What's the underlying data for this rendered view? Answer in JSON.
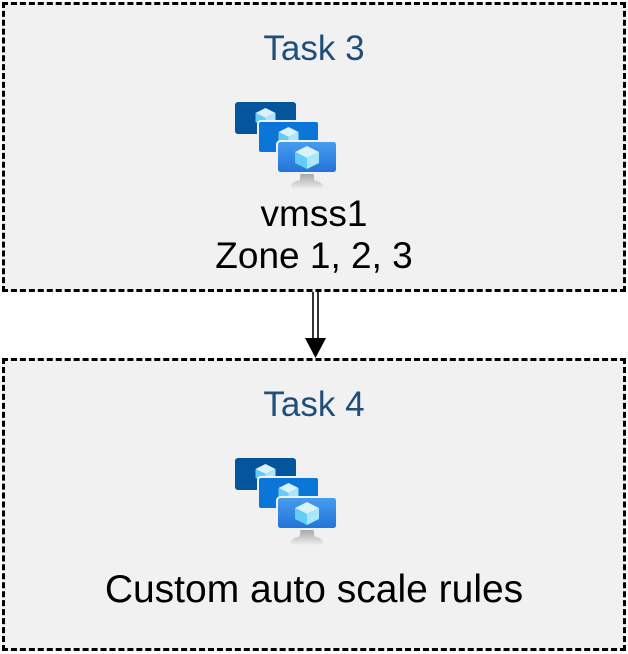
{
  "diagram": {
    "boxes": [
      {
        "title": "Task 3",
        "icon": "vm-scale-sets-icon",
        "lines": [
          "vmss1",
          "Zone 1, 2, 3"
        ]
      },
      {
        "title": "Task 4",
        "icon": "vm-scale-sets-icon",
        "lines": [
          "Custom auto scale rules"
        ]
      }
    ],
    "connector": {
      "type": "double-line-arrow",
      "direction": "down",
      "from": "Task 3",
      "to": "Task 4"
    },
    "colors": {
      "box_background": "#f1f1f1",
      "box_border": "#000000",
      "title_text": "#1f4e79",
      "body_text": "#000000",
      "monitor_back": "#05559d",
      "monitor_middle": "#0c76d8",
      "monitor_front_top": "#459cef",
      "monitor_front_bottom": "#2273d8",
      "cube_top": "#d9f3fd",
      "cube_left": "#62cdf5",
      "cube_right": "#a9e7fb",
      "stand_dark": "#a0a0a0",
      "stand_light": "#ededed",
      "arrow": "#000000"
    }
  }
}
